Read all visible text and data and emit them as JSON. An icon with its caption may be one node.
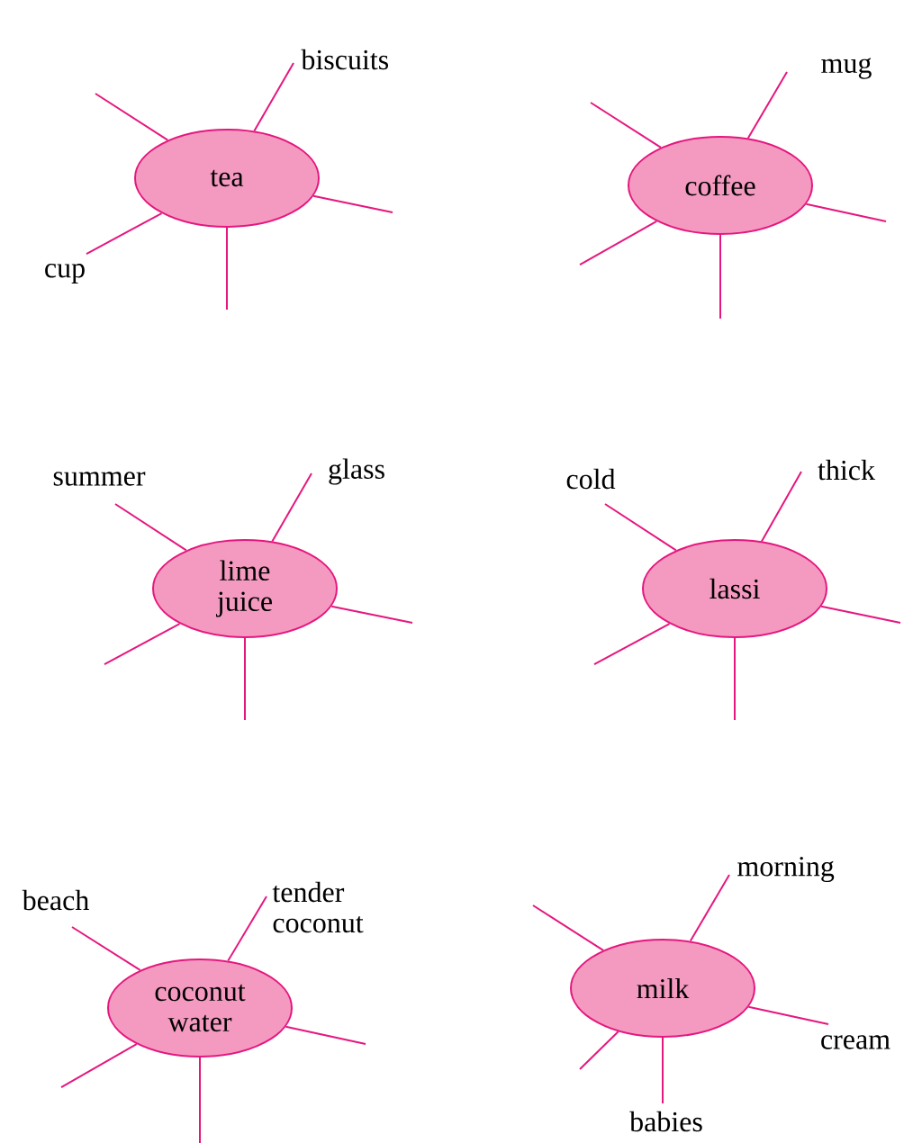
{
  "diagram": {
    "nodes": [
      {
        "text": [
          "tea"
        ]
      },
      {
        "text": [
          "biscuits"
        ]
      },
      {
        "text": [
          "cup"
        ]
      },
      {
        "text": [
          "coffee"
        ]
      },
      {
        "text": [
          "mug"
        ]
      },
      {
        "text": [
          "lime juice"
        ]
      },
      {
        "text": [
          "summer"
        ]
      },
      {
        "text": [
          "glass"
        ]
      },
      {
        "text": [
          "lassi"
        ]
      },
      {
        "text": [
          "cold"
        ]
      },
      {
        "text": [
          "thick"
        ]
      },
      {
        "text": [
          "coconut water"
        ]
      },
      {
        "text": [
          "beach"
        ]
      },
      {
        "text": [
          "tender coconut"
        ]
      },
      {
        "text": [
          "milk"
        ]
      },
      {
        "text": [
          "morning"
        ]
      },
      {
        "text": [
          "cream"
        ]
      },
      {
        "text": [
          "babies"
        ]
      }
    ],
    "edges": [
      {
        "from": 0,
        "to": 1,
        "arrow": "none"
      },
      {
        "from": 0,
        "to": null,
        "arrow": "none"
      },
      {
        "from": 0,
        "to": null,
        "arrow": "none"
      },
      {
        "from": 0,
        "to": 2,
        "arrow": "none"
      },
      {
        "from": 0,
        "to": null,
        "arrow": "none"
      },
      {
        "from": 3,
        "to": 4,
        "arrow": "none"
      },
      {
        "from": 3,
        "to": null,
        "arrow": "none"
      },
      {
        "from": 3,
        "to": null,
        "arrow": "none"
      },
      {
        "from": 3,
        "to": null,
        "arrow": "none"
      },
      {
        "from": 3,
        "to": null,
        "arrow": "none"
      },
      {
        "from": 5,
        "to": 7,
        "arrow": "none"
      },
      {
        "from": 5,
        "to": 6,
        "arrow": "none"
      },
      {
        "from": 5,
        "to": null,
        "arrow": "none"
      },
      {
        "from": 5,
        "to": null,
        "arrow": "none"
      },
      {
        "from": 5,
        "to": null,
        "arrow": "none"
      },
      {
        "from": 8,
        "to": 10,
        "arrow": "none"
      },
      {
        "from": 8,
        "to": 9,
        "arrow": "none"
      },
      {
        "from": 8,
        "to": null,
        "arrow": "none"
      },
      {
        "from": 8,
        "to": null,
        "arrow": "none"
      },
      {
        "from": 8,
        "to": null,
        "arrow": "none"
      },
      {
        "from": 11,
        "to": 13,
        "arrow": "none"
      },
      {
        "from": 11,
        "to": 12,
        "arrow": "none"
      },
      {
        "from": 11,
        "to": null,
        "arrow": "none"
      },
      {
        "from": 11,
        "to": null,
        "arrow": "none"
      },
      {
        "from": 11,
        "to": null,
        "arrow": "none"
      },
      {
        "from": 14,
        "to": 15,
        "arrow": "none"
      },
      {
        "from": 14,
        "to": null,
        "arrow": "none"
      },
      {
        "from": 14,
        "to": 16,
        "arrow": "none"
      },
      {
        "from": 14,
        "to": null,
        "arrow": "none"
      },
      {
        "from": 14,
        "to": 17,
        "arrow": "none"
      }
    ]
  }
}
